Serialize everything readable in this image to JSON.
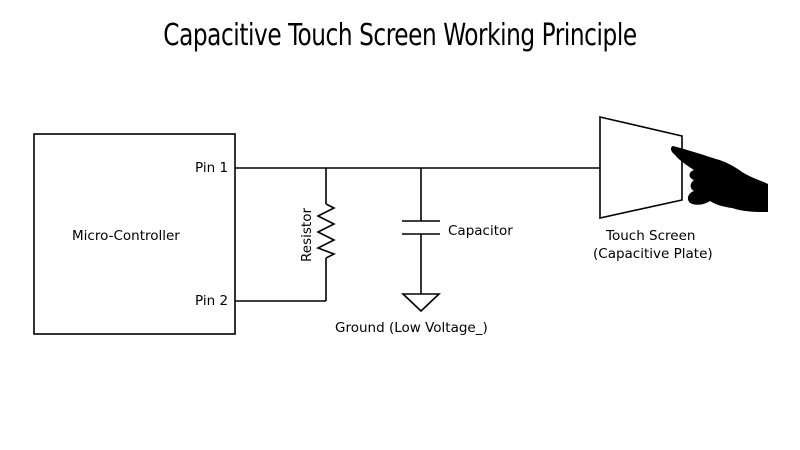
{
  "title": "Capacitive Touch Screen Working Principle",
  "labels": {
    "microcontroller": "Micro-Controller",
    "pin1": "Pin 1",
    "pin2": "Pin 2",
    "resistor": "Resistor",
    "capacitor": "Capacitor",
    "ground": "Ground (Low Voltage_)",
    "touch_screen_line1": "Touch Screen",
    "touch_screen_line2": "(Capacitive Plate)"
  },
  "colors": {
    "line": "#000000",
    "background": "#ffffff"
  },
  "icons": {
    "hand": "hand-pointing-icon",
    "ground": "ground-symbol-icon"
  }
}
